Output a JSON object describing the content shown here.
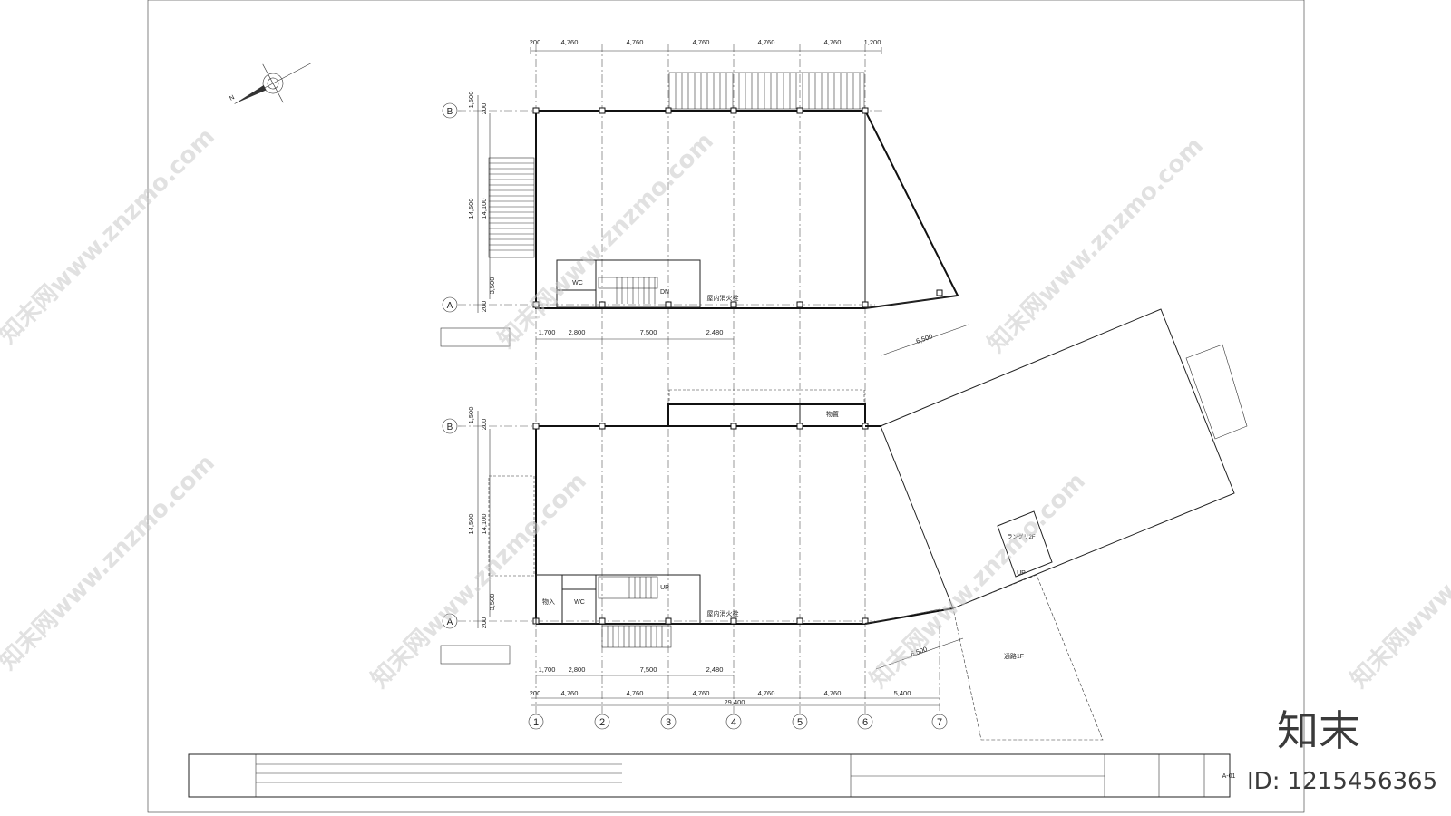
{
  "top_dimensions": [
    "200",
    "4,760",
    "4,760",
    "4,760",
    "4,760",
    "4,760",
    "1,200"
  ],
  "upper_plan": {
    "left_dims": [
      "1,500",
      "200",
      "14,500",
      "14,100",
      "3,500",
      "200"
    ],
    "room_labels": [
      "WC",
      "DN",
      "屋内消火栓"
    ],
    "bottom_dims": [
      "1,700",
      "2,800",
      "7,500",
      "2,480"
    ],
    "diag_dim": "6,500"
  },
  "lower_plan": {
    "left_dims": [
      "1,500",
      "200",
      "14,500",
      "14,100",
      "3,500",
      "200"
    ],
    "room_labels": [
      "物入",
      "WC",
      "UP",
      "屋内消火栓",
      "物置"
    ],
    "bottom_dims": [
      "1,700",
      "2,800",
      "7,500",
      "2,480"
    ],
    "diag_dim": "6,500"
  },
  "bottom_dimensions": [
    "200",
    "4,760",
    "4,760",
    "4,760",
    "4,760",
    "4,760",
    "5,400"
  ],
  "total_dimension": "29,400",
  "column_grid": [
    "1",
    "2",
    "3",
    "4",
    "5",
    "6",
    "7"
  ],
  "row_grid": [
    "A",
    "B"
  ],
  "wing_labels": [
    "ラングリ2F",
    "UP",
    "通路1F"
  ],
  "title_block": {
    "sheet_number": "A-01"
  },
  "watermark": {
    "text": "知末网www.znzmo.com",
    "logo": "知末",
    "id": "ID: 1215456365"
  }
}
